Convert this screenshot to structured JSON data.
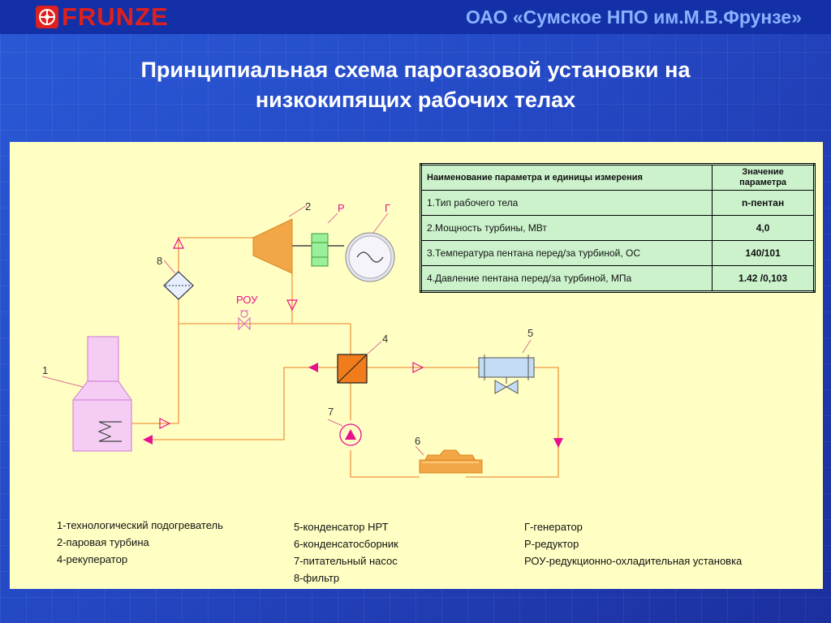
{
  "header": {
    "logo_text": "FRUNZE",
    "organization": "ОАО «Сумское НПО им.М.В.Фрунзе»"
  },
  "slide": {
    "title_line1": "Принципиальная схема парогазовой установки на",
    "title_line2": "низкокипящих рабочих телах"
  },
  "parameters_table": {
    "header_name": "Наименование параметра и единицы измерения",
    "header_value_line1": "Значение",
    "header_value_line2": "параметра",
    "rows": [
      {
        "name": "1.Тип рабочего тела",
        "value": "n-пентан"
      },
      {
        "name": "2.Мощность турбины, МВт",
        "value": "4,0"
      },
      {
        "name": "3.Температура пентана перед/за турбиной, ОС",
        "value": "140/101"
      },
      {
        "name": "4.Давление пентана перед/за турбиной, МПа",
        "value": "1.42 /0,103"
      }
    ]
  },
  "diagram": {
    "labels": {
      "heater": "1",
      "turbine": "2",
      "reducer": "Р",
      "generator": "Г",
      "recuperator": "4",
      "condenser": "5",
      "collector": "6",
      "pump": "7",
      "filter": "8",
      "rou": "РОУ"
    },
    "colors": {
      "pipe": "#f0a858",
      "arrow": "#e8108e",
      "turbine": "#f2a646",
      "heater": "#f4ccf4",
      "reducer": "#9af09a",
      "recuperator": "#f07c1c",
      "condenser": "#c4dcf4"
    }
  },
  "legend": {
    "col1": [
      "1-технологический подогреватель",
      "2-паровая турбина",
      "4-рекуператор"
    ],
    "col2": [
      "5-конденсатор НРТ",
      "6-конденсатосборник",
      "7-питательный насос",
      "8-фильтр"
    ],
    "col3": [
      "Г-генератор",
      "Р-редуктор",
      "РОУ-редукционно-охладительная установка"
    ]
  }
}
